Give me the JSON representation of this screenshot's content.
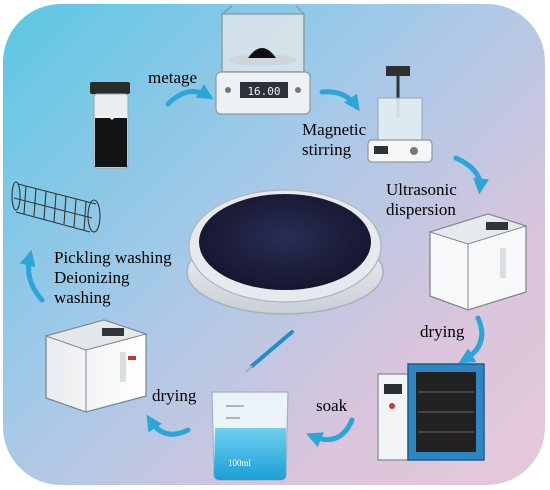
{
  "steps": {
    "metage": "metage",
    "magnetic_stirring": [
      "Magnetic",
      "stirring"
    ],
    "ultrasonic_dispersion": [
      "Ultrasonic",
      "dispersion"
    ],
    "drying_right": "drying",
    "soak": "soak",
    "drying_left": "drying",
    "washing": [
      "Pickling washing",
      "Deionizing",
      "washing"
    ]
  },
  "beaker_text": "100ml",
  "colors": {
    "arrow": "#2ba6d8",
    "background_start": "#5bc7e3",
    "background_end": "#e6c9d8",
    "powder": "#1c1e3e"
  }
}
